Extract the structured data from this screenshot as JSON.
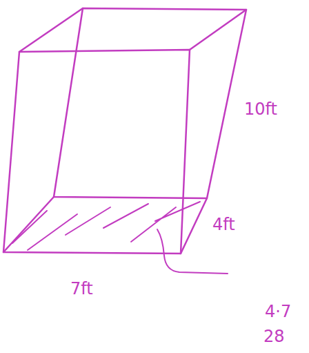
{
  "diagram": {
    "labels": [
      "10ft",
      "4ft",
      "7ft",
      "4·7",
      "28"
    ]
  }
}
